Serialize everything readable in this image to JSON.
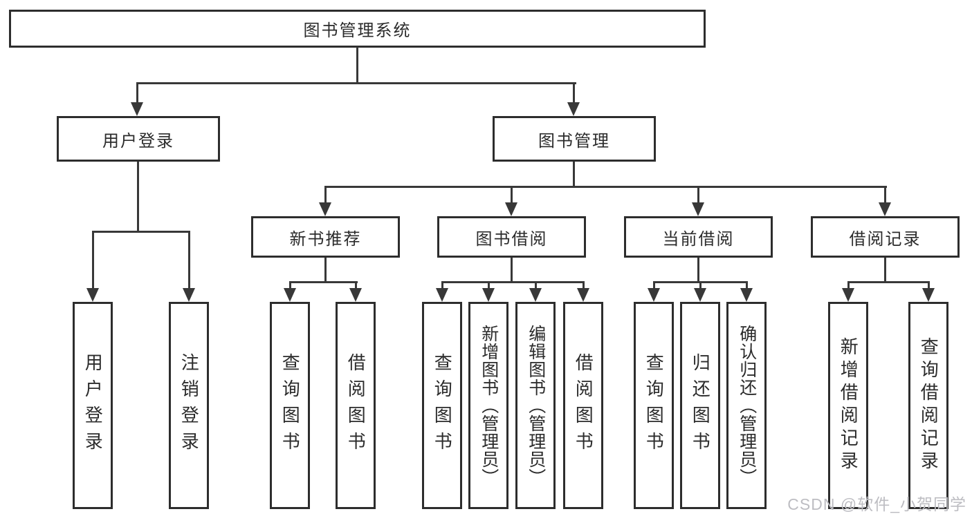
{
  "diagram": {
    "type": "hierarchy-tree",
    "root": {
      "label": "图书管理系统",
      "children": [
        {
          "label": "用户登录",
          "children": [
            {
              "label": "用户登录"
            },
            {
              "label": "注销登录"
            }
          ]
        },
        {
          "label": "图书管理",
          "children": [
            {
              "label": "新书推荐",
              "children": [
                {
                  "label": "查询图书"
                },
                {
                  "label": "借阅图书"
                }
              ]
            },
            {
              "label": "图书借阅",
              "children": [
                {
                  "label": "查询图书"
                },
                {
                  "label": "新增图书（管理员）"
                },
                {
                  "label": "编辑图书（管理员）"
                },
                {
                  "label": "借阅图书"
                }
              ]
            },
            {
              "label": "当前借阅",
              "children": [
                {
                  "label": "查询图书"
                },
                {
                  "label": "归还图书"
                },
                {
                  "label": "确认归还（管理员）"
                }
              ]
            },
            {
              "label": "借阅记录",
              "children": [
                {
                  "label": "新增借阅记录"
                },
                {
                  "label": "查询借阅记录"
                }
              ]
            }
          ]
        }
      ]
    },
    "colors": {
      "line": "#383838",
      "box_border": "#2d2d2d",
      "text": "#2b2b2b",
      "background": "#ffffff",
      "watermark": "#bdbdc2"
    }
  },
  "watermark": {
    "text": "CSDN @软件_小贺同学"
  }
}
